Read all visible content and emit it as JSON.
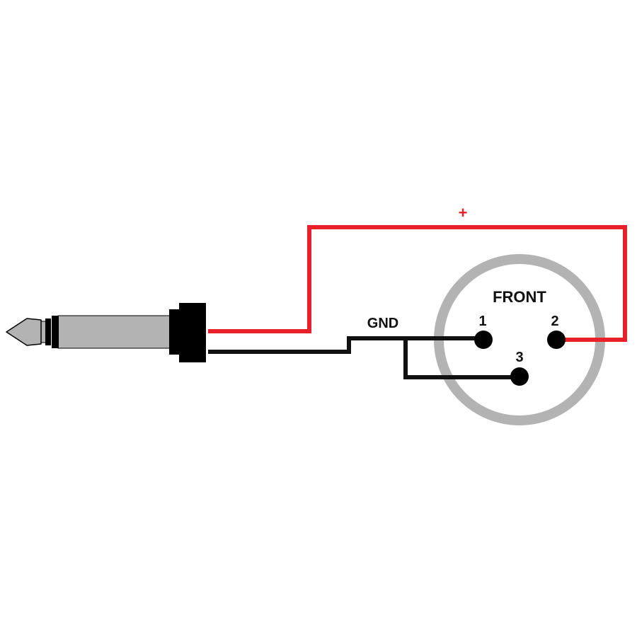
{
  "colors": {
    "background": "#ffffff",
    "hot_wire": "#e8202a",
    "ground_wire": "#111111",
    "connector_ring": "#b3b3b3",
    "connector_face": "#ffffff",
    "pin": "#000000",
    "plug_metal": "#b3b3b3",
    "plug_body": "#111111",
    "text": "#111111",
    "plus_text": "#e8202a"
  },
  "labels": {
    "plus": "+",
    "gnd": "GND",
    "front": "FRONT",
    "pin1": "1",
    "pin2": "2",
    "pin3": "3"
  },
  "components": {
    "plug": "quarter-inch-ts-plug",
    "connector": "xlr-connector-front-view"
  }
}
